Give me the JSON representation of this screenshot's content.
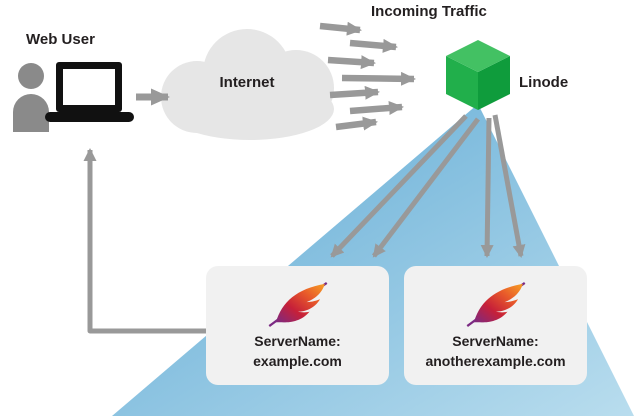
{
  "labels": {
    "web_user": "Web User",
    "internet": "Internet",
    "incoming_traffic": "Incoming Traffic",
    "linode": "Linode"
  },
  "servers": [
    {
      "label": "ServerName:",
      "domain": "example.com"
    },
    {
      "label": "ServerName:",
      "domain": "anotherexample.com"
    }
  ],
  "icons": {
    "web_user": "person-with-laptop",
    "internet": "cloud",
    "linode": "green-isometric-cube",
    "server": "apache-feather",
    "flow": "gray-arrow"
  },
  "colors": {
    "text_dark": "#231f20",
    "arrow_gray": "#999999",
    "cloud_gray": "#e6e6e6",
    "person_gray": "#8a8a8a",
    "device_black": "#111111",
    "cube_top": "#43c163",
    "cube_left": "#21af4b",
    "cube_right": "#0f9c3c",
    "triangle_blue_dark": "#5ea9d4",
    "triangle_blue_light": "#b9ddee",
    "box_bg": "#f1f1f1",
    "feather_purple": "#7b2a83",
    "feather_red": "#c62039",
    "feather_flame": "#e85a2a",
    "feather_orange": "#f7a024"
  }
}
